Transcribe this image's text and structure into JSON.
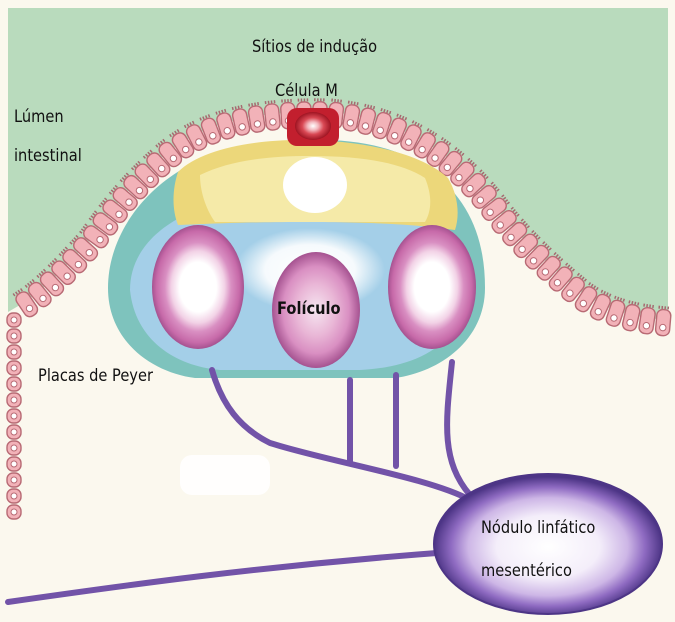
{
  "labels": {
    "induction_sites": "Sítios de indução",
    "m_cell": "Célula M",
    "lumen_line1": "Lúmen",
    "lumen_line2": "intestinal",
    "follicle": "Folículo",
    "peyer": "Placas de Peyer",
    "node_line1": "Nódulo linfático",
    "node_line2": "mesentérico"
  },
  "colors": {
    "lumen": "#b9dbbd",
    "tissue": "#fbf8ee",
    "epithelium": "#f2b2b8",
    "epithelium_outline": "#b86a74",
    "dome_yellow": "#ecd77a",
    "dome_outer": "#7ec3bd",
    "dome_mid": "#a4cfe8",
    "follicle_ring": "#d98fc2",
    "m_cell": "#c21f2e",
    "lymph_vessel": "#7253a8",
    "node_outer": "#5a3f92",
    "node_inner": "#e9def3"
  }
}
